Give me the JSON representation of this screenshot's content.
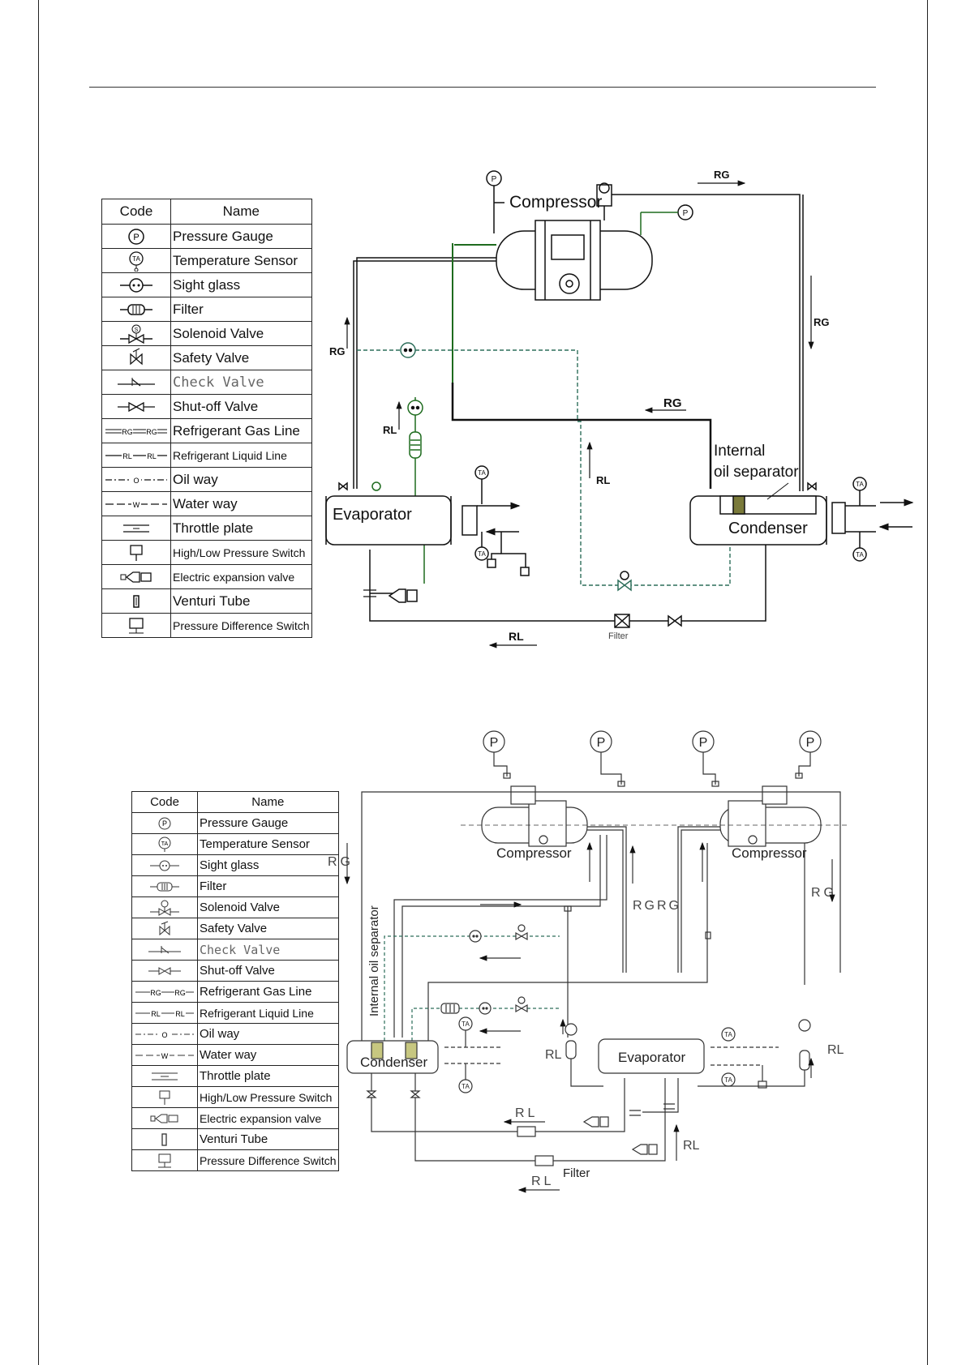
{
  "legend": {
    "header_code": "Code",
    "header_name": "Name",
    "items": [
      {
        "icon": "pressure-gauge-icon",
        "name": "Pressure Gauge"
      },
      {
        "icon": "temperature-sensor-icon",
        "name": "Temperature Sensor"
      },
      {
        "icon": "sight-glass-icon",
        "name": "Sight glass"
      },
      {
        "icon": "filter-icon",
        "name": "Filter"
      },
      {
        "icon": "solenoid-valve-icon",
        "name": "Solenoid Valve"
      },
      {
        "icon": "safety-valve-icon",
        "name": "Safety Valve"
      },
      {
        "icon": "check-valve-icon",
        "name": "Check Valve"
      },
      {
        "icon": "shutoff-valve-icon",
        "name": "Shut-off Valve"
      },
      {
        "icon": "gas-line-icon",
        "name": "Refrigerant Gas Line"
      },
      {
        "icon": "liquid-line-icon",
        "name": "Refrigerant Liquid Line"
      },
      {
        "icon": "oil-way-icon",
        "name": "Oil way"
      },
      {
        "icon": "water-way-icon",
        "name": "Water way"
      },
      {
        "icon": "throttle-plate-icon",
        "name": "Throttle plate"
      },
      {
        "icon": "pressure-switch-icon",
        "name": "High/Low Pressure Switch"
      },
      {
        "icon": "expansion-valve-icon",
        "name": "Electric expansion valve"
      },
      {
        "icon": "venturi-tube-icon",
        "name": "Venturi Tube"
      },
      {
        "icon": "pressure-difference-switch-icon",
        "name": "Pressure Difference Switch"
      }
    ],
    "symbols": {
      "P": "P",
      "TA": "TA",
      "S": "S",
      "RG": "RG",
      "RL": "RL",
      "O": "O",
      "W": "W"
    }
  },
  "diagram1": {
    "compressor": "Compressor",
    "evaporator": "Evaporator",
    "condenser": "Condenser",
    "oil_separator_line1": "Internal",
    "oil_separator_line2": "oil separator",
    "filter": "Filter",
    "rg": "RG",
    "rl": "RL",
    "p": "P",
    "ta": "TA"
  },
  "diagram2": {
    "compressor": "Compressor",
    "evaporator": "Evaporator",
    "condenser": "Condenser",
    "oil_separator": "Internal oil separator",
    "filter": "Filter",
    "rg": "RG",
    "rgrg": "RGRG",
    "rl": "RL",
    "p": "P",
    "ta": "TA"
  },
  "colors": {
    "ink": "#111111",
    "green": "#1e6b1e",
    "oil_dash": "#2d6e5a",
    "grey": "#777777"
  }
}
